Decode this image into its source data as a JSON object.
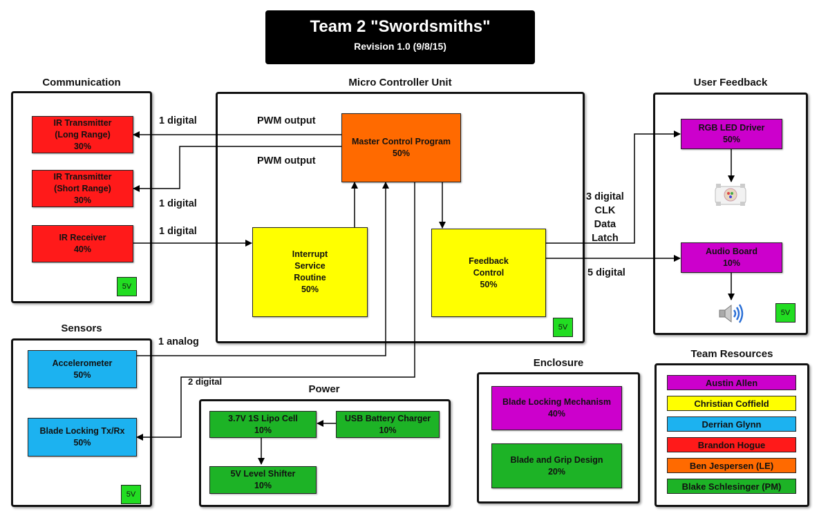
{
  "header": {
    "title": "Team 2  \"Swordsmiths\"",
    "subtitle": "Revision 1.0 (9/8/15)"
  },
  "sections": {
    "communication": "Communication",
    "mcu": "Micro Controller Unit",
    "user_feedback": "User Feedback",
    "sensors": "Sensors",
    "power": "Power",
    "enclosure": "Enclosure",
    "team_resources": "Team Resources"
  },
  "blocks": {
    "ir_tx_long": "IR Transmitter\n(Long Range)\n30%",
    "ir_tx_short": "IR Transmitter\n(Short Range)\n30%",
    "ir_rx": "IR Receiver\n40%",
    "mcp": "Master Control Program\n50%",
    "isr": "Interrupt\nService\nRoutine\n50%",
    "feedback_control": "Feedback\nControl\n50%",
    "rgb_led": "RGB LED Driver\n50%",
    "audio_board": "Audio Board\n10%",
    "accelerometer": "Accelerometer\n50%",
    "blade_lock_txrx": "Blade Locking Tx/Rx\n50%",
    "lipo": "3.7V 1S Lipo Cell\n10%",
    "usb_charger": "USB Battery Charger\n10%",
    "level_shifter": "5V Level Shifter\n10%",
    "blade_lock_mech": "Blade Locking Mechanism\n40%",
    "blade_grip": "Blade and Grip Design\n20%"
  },
  "voltage_badge": "5V",
  "wire_labels": {
    "pwm1": "PWM output",
    "pwm2": "PWM output",
    "dig_long": "1 digital",
    "dig_short": "1 digital",
    "dig_rx": "1 digital",
    "analog": "1 analog",
    "two_dig": "2 digital",
    "three_dig": "3 digital\nCLK\nData\nLatch",
    "five_dig": "5 digital"
  },
  "team": [
    {
      "name": "Austin Allen",
      "color": "#cc00cc"
    },
    {
      "name": "Christian Coffield",
      "color": "#ffff00"
    },
    {
      "name": "Derrian Glynn",
      "color": "#1cb2f0"
    },
    {
      "name": "Brandon Hogue",
      "color": "#ff1a1a"
    },
    {
      "name": "Ben Jespersen (LE)",
      "color": "#ff6a00"
    },
    {
      "name": "Blake Schlesinger (PM)",
      "color": "#1db326"
    }
  ],
  "icons": {
    "led": "rgb-led-icon",
    "speaker": "speaker-icon"
  }
}
